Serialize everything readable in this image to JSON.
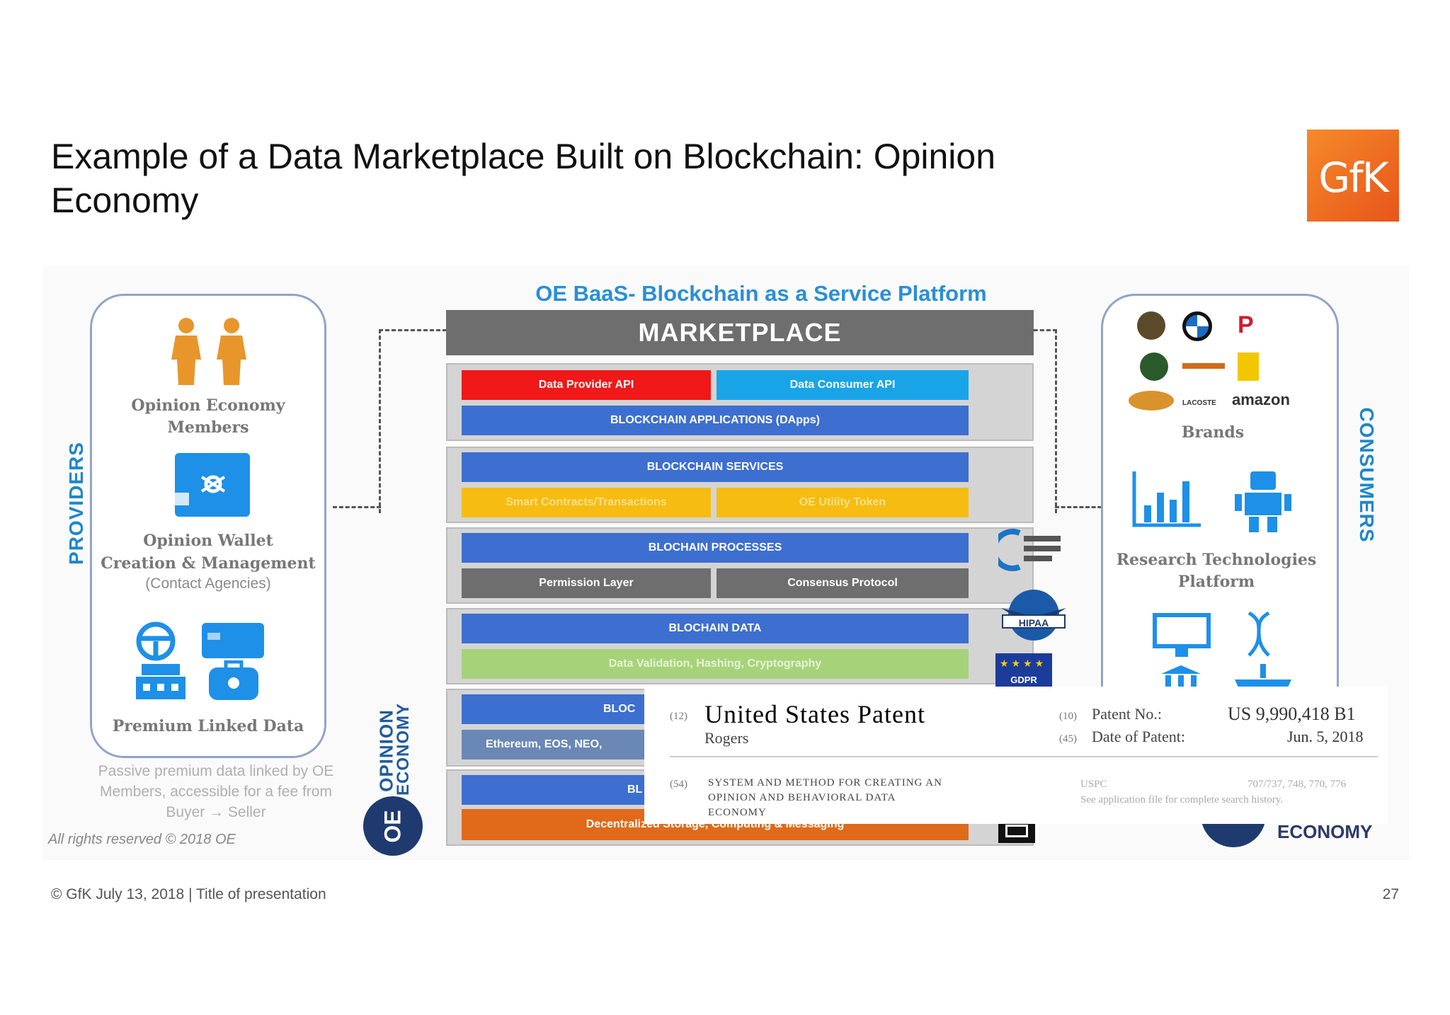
{
  "slide": {
    "title": "Example of a Data Marketplace Built on Blockchain: Opinion Economy",
    "logo_text": "GfK",
    "footer_left": "© GfK July 13, 2018 | Title of presentation",
    "page_number": "27"
  },
  "diagram": {
    "platform_title": "OE BaaS- Blockchain as a Service Platform",
    "marketplace": "MARKETPLACE",
    "providers_label": "PROVIDERS",
    "consumers_label": "CONSUMERS",
    "left_panel": {
      "members": "Opinion Economy Members",
      "wallet_line1": "Opinion Wallet",
      "wallet_line2": "Creation & Management",
      "wallet_line3": "(Contact Agencies)",
      "premium": "Premium Linked Data"
    },
    "passive_note": "Passive premium data linked by OE Members, accessible for a fee from Buyer → Seller",
    "rights": "All rights reserved © 2018 OE",
    "opinion_economy": [
      "OPINION",
      "ECONOMY"
    ],
    "oe_badge": "OE",
    "right_panel": {
      "brands": "Brands",
      "amazon": "amazon",
      "lacoste": "LACOSTE",
      "research": "Research Technologies Platform",
      "bottom": "ECONOMY"
    },
    "layers": {
      "api_provider": "Data Provider API",
      "api_consumer": "Data Consumer API",
      "dapps": "BLOCKCHAIN APPLICATIONS (DApps)",
      "services": "BLOCKCHAIN SERVICES",
      "smart_contracts": "Smart Contracts/Transactions",
      "utility_token": "OE Utility Token",
      "processes": "BLOCHAIN PROCESSES",
      "permission": "Permission Layer",
      "consensus": "Consensus Protocol",
      "data": "BLOCHAIN DATA",
      "validation": "Data Validation, Hashing, Cryptography",
      "bloc_partial": "BLOC",
      "ethereum": "Ethereum, EOS, NEO,",
      "bl_partial": "BL",
      "storage": "Decentralized Storage, Computing & Messaging"
    },
    "badges": {
      "hipaa": "HIPAA",
      "gdpr": "GDPR"
    },
    "colors": {
      "blue": "#3d6fd0",
      "red": "#f01818",
      "cyan": "#1aa4e8",
      "yellow": "#f7bc12",
      "gray": "#6e6e6e",
      "green": "#a6d37a",
      "slate": "#6b87b6",
      "orange": "#e06a1a",
      "accent": "#1f87c8"
    }
  },
  "patent": {
    "num12": "(12)",
    "heading": "United States Patent",
    "inventor": "Rogers",
    "num10": "(10)",
    "patent_no_label": "Patent No.:",
    "patent_no": "US 9,990,418 B1",
    "num45": "(45)",
    "date_label": "Date of Patent:",
    "date": "Jun. 5, 2018",
    "num54": "(54)",
    "title_lines": [
      "SYSTEM AND METHOD FOR CREATING AN",
      "OPINION AND BEHAVIORAL DATA",
      "ECONOMY"
    ],
    "uspc": "USPC",
    "uspc_value": "707/737, 748, 770, 776",
    "search_note": "See application file for complete search history."
  }
}
